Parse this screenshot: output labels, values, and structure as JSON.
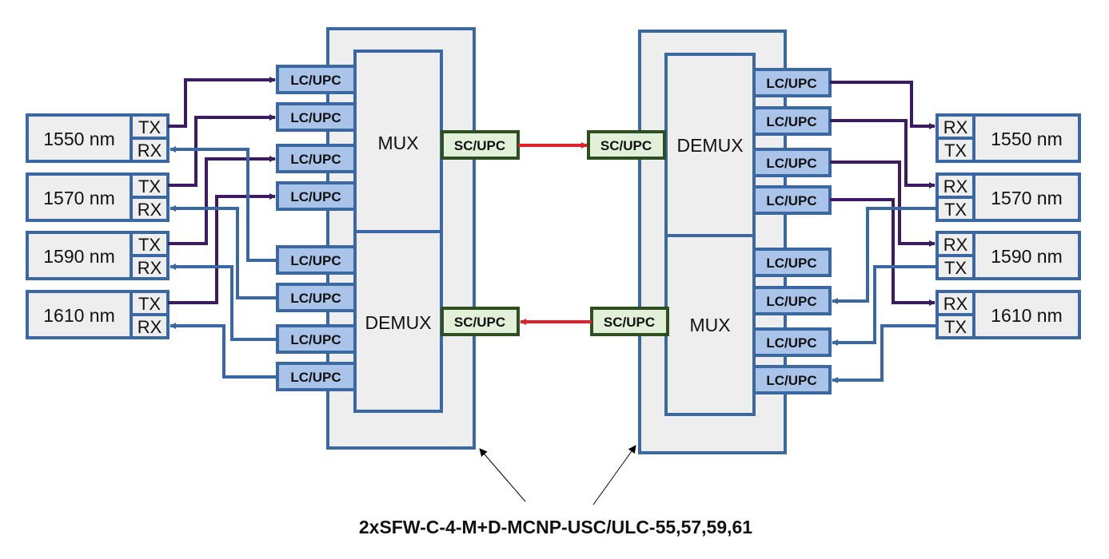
{
  "colors": {
    "box_fill": "#eeeeee",
    "box_stroke": "#3a68a3",
    "lc_fill": "#a9c4e8",
    "sc_fill": "#e2efd9",
    "sc_stroke": "#2e5020",
    "purple_line": "#3d1a64",
    "blue_line": "#3a68a3",
    "red_line": "#e0202a",
    "text": "#111111"
  },
  "left_site": {
    "transceivers": [
      {
        "label": "1550 nm",
        "tx": "TX",
        "rx": "RX"
      },
      {
        "label": "1570 nm",
        "tx": "TX",
        "rx": "RX"
      },
      {
        "label": "1590 nm",
        "tx": "TX",
        "rx": "RX"
      },
      {
        "label": "1610 nm",
        "tx": "TX",
        "rx": "RX"
      }
    ],
    "module": {
      "mux_label": "MUX",
      "demux_label": "DEMUX",
      "mux_ports": [
        "LC/UPC",
        "LC/UPC",
        "LC/UPC",
        "LC/UPC"
      ],
      "demux_ports": [
        "LC/UPC",
        "LC/UPC",
        "LC/UPC",
        "LC/UPC"
      ],
      "mux_common": "SC/UPC",
      "demux_common": "SC/UPC"
    }
  },
  "right_site": {
    "transceivers": [
      {
        "label": "1550 nm",
        "rx": "RX",
        "tx": "TX"
      },
      {
        "label": "1570 nm",
        "rx": "RX",
        "tx": "TX"
      },
      {
        "label": "1590 nm",
        "rx": "RX",
        "tx": "TX"
      },
      {
        "label": "1610 nm",
        "rx": "RX",
        "tx": "TX"
      }
    ],
    "module": {
      "demux_label": "DEMUX",
      "mux_label": "MUX",
      "demux_ports": [
        "LC/UPC",
        "LC/UPC",
        "LC/UPC",
        "LC/UPC"
      ],
      "mux_ports": [
        "LC/UPC",
        "LC/UPC",
        "LC/UPC",
        "LC/UPC"
      ],
      "demux_common": "SC/UPC",
      "mux_common": "SC/UPC"
    }
  },
  "caption": "2xSFW-C-4-M+D-MCNP-USC/ULC-55,57,59,61"
}
